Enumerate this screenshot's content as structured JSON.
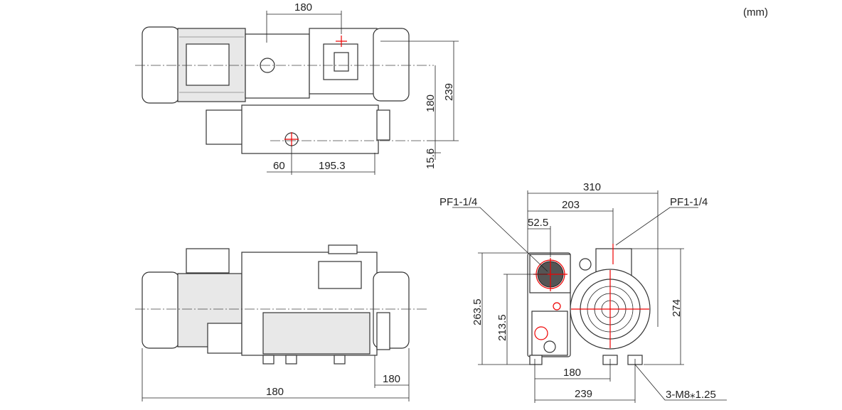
{
  "unit_label": "(mm)",
  "top_view": {
    "width_180": "180",
    "height_239": "239",
    "height_180": "180",
    "offset_15_6": "15.6",
    "offset_60": "60",
    "length_195_3": "195.3"
  },
  "side_view": {
    "overall_180": "180",
    "end_180": "180"
  },
  "end_view": {
    "width_310": "310",
    "width_203": "203",
    "offset_52_5": "52.5",
    "port_left": "PF1-1/4",
    "port_right": "PF1-1/4",
    "height_263_5": "263.5",
    "height_213_5": "213.5",
    "height_274": "274",
    "feet_180": "180",
    "feet_239": "239",
    "bolt_spec": "3-M8⁎1.25"
  }
}
